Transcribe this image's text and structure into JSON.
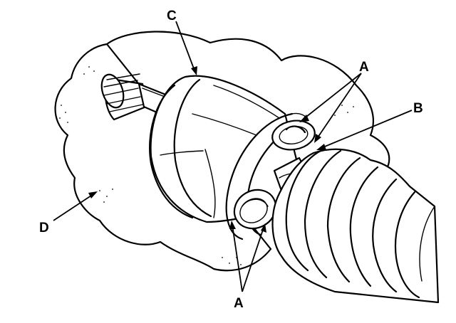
{
  "callouts": {
    "a_top": "A",
    "a_bottom": "A",
    "b": "B",
    "c": "C",
    "d": "D"
  },
  "colors": {
    "ink": "#000000",
    "paper": "#ffffff"
  }
}
